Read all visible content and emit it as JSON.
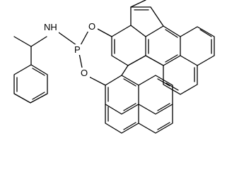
{
  "molecule": {
    "atoms": {
      "nitrogen_hydrogen": "NH",
      "phosphorus": "P",
      "oxygen_top": "O",
      "oxygen_bottom": "O"
    }
  }
}
